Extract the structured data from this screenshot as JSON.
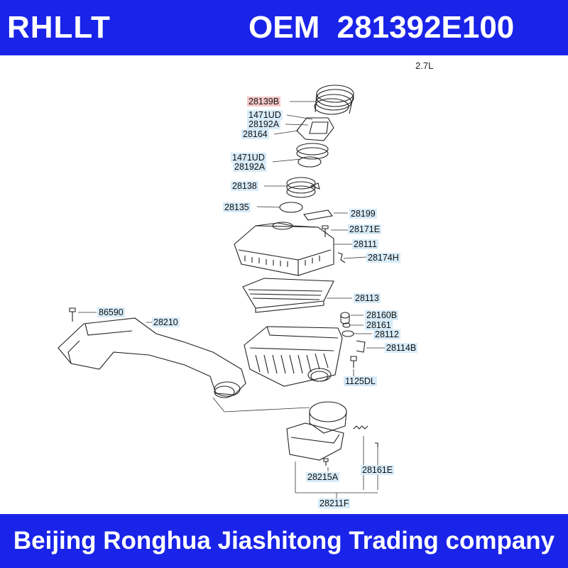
{
  "header": {
    "brand": "RHLLT",
    "oem": "OEM  281392E100",
    "accent_color": "#1a24e8"
  },
  "diagram": {
    "engine_note": "2.7L",
    "labels": {
      "p28139B": "28139B",
      "p1471UD_1": "1471UD",
      "p28192A_1": "28192A",
      "p28164": "28164",
      "p1471UD_2": "1471UD",
      "p28192A_2": "28192A",
      "p28138": "28138",
      "p28135": "28135",
      "p28199": "28199",
      "p28171E": "28171E",
      "p28111": "28111",
      "p28174H": "28174H",
      "p28113": "28113",
      "p86590": "86590",
      "p28210": "28210",
      "p28160B": "28160B",
      "p28161": "28161",
      "p28112": "28112",
      "p28114B": "28114B",
      "p1125DL": "1125DL",
      "p28161E": "28161E",
      "p28215A": "28215A",
      "p28211F": "28211F"
    }
  },
  "footer": {
    "company": "Beijing Ronghua Jiashitong Trading company"
  }
}
